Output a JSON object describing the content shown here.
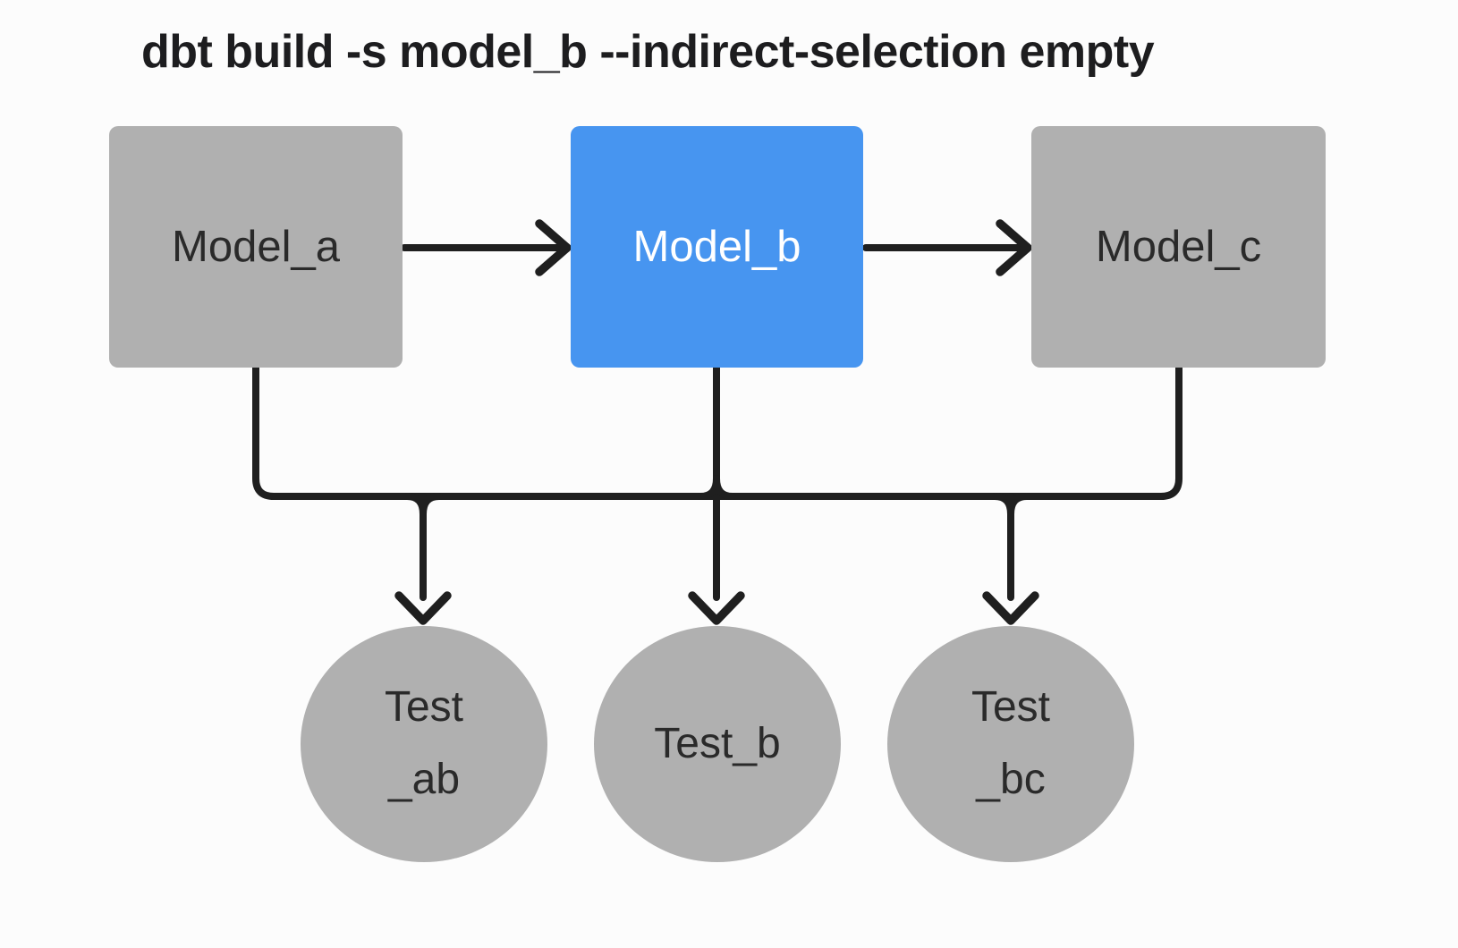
{
  "title": "dbt build -s model_b --indirect-selection empty",
  "colors": {
    "node_gray": "#b0b0b0",
    "selected_blue": "#4795f0",
    "edge": "#1f1f1f",
    "text_dark": "#2a2a2a",
    "text_light": "#ffffff",
    "title_color": "#1d1d1f",
    "background": "#fcfcfc"
  },
  "diagram": {
    "models": [
      {
        "id": "model_a",
        "label": "Model_a",
        "selected": false
      },
      {
        "id": "model_b",
        "label": "Model_b",
        "selected": true
      },
      {
        "id": "model_c",
        "label": "Model_c",
        "selected": false
      }
    ],
    "tests": [
      {
        "id": "test_ab",
        "line1": "Test",
        "line2": "_ab"
      },
      {
        "id": "test_b",
        "line1": "Test_b",
        "line2": ""
      },
      {
        "id": "test_bc",
        "line1": "Test",
        "line2": "_bc"
      }
    ],
    "edges": [
      {
        "from": "model_a",
        "to": "model_b"
      },
      {
        "from": "model_b",
        "to": "model_c"
      },
      {
        "from": "model_a",
        "to": "test_ab"
      },
      {
        "from": "model_b",
        "to": "test_ab"
      },
      {
        "from": "model_b",
        "to": "test_b"
      },
      {
        "from": "model_b",
        "to": "test_bc"
      },
      {
        "from": "model_c",
        "to": "test_bc"
      }
    ]
  }
}
